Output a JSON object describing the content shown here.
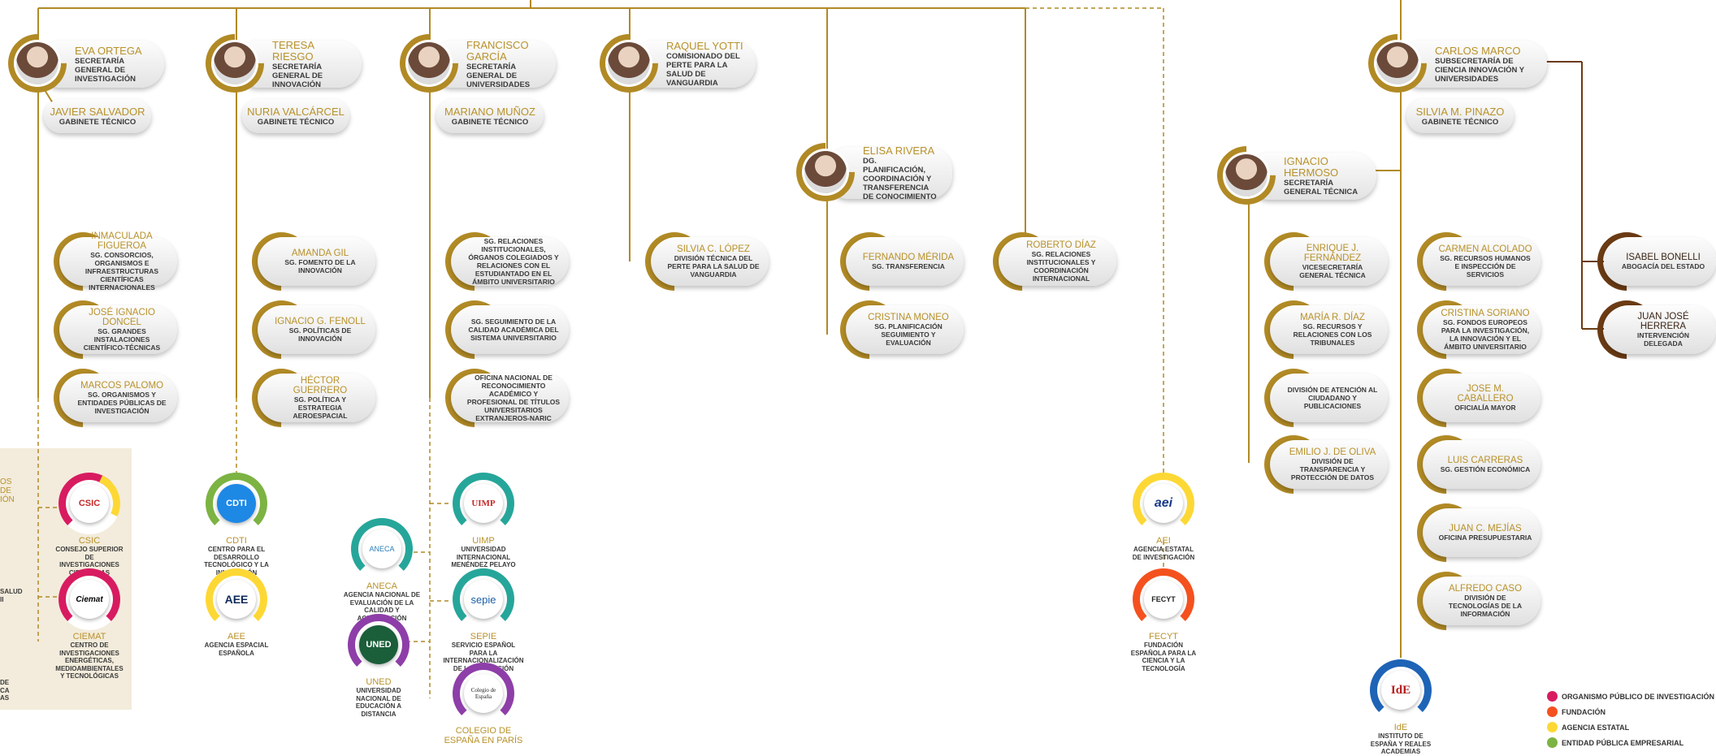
{
  "people": {
    "eva": {
      "name": "EVA ORTEGA",
      "role": "SECRETARÍA GENERAL DE INVESTIGACIÓN"
    },
    "teresa": {
      "name": "TERESA RIESGO",
      "role": "SECRETARÍA GENERAL DE INNOVACIÓN"
    },
    "francisco": {
      "name": "FRANCISCO GARCÍA",
      "role": "SECRETARÍA GENERAL DE UNIVERSIDADES"
    },
    "raquel": {
      "name": "RAQUEL YOTTI",
      "role": "COMISIONADO DEL PERTE PARA LA SALUD DE VANGUARDIA"
    },
    "elisa": {
      "name": "ELISA RIVERA",
      "role": "DG. PLANIFICACIÓN, COORDINACIÓN Y TRANSFERENCIA DE CONOCIMIENTO"
    },
    "carlos": {
      "name": "CARLOS MARCO",
      "role": "SUBSECRETARÍA DE CIENCIA INNOVACIÓN Y UNIVERSIDADES"
    },
    "ignacio": {
      "name": "IGNACIO HERMOSO",
      "role": "SECRETARÍA GENERAL TÉCNICA"
    }
  },
  "gabinetes": {
    "javier": {
      "name": "JAVIER SALVADOR",
      "role": "GABINETE TÉCNICO"
    },
    "nuria": {
      "name": "NURIA VALCÁRCEL",
      "role": "GABINETE TÉCNICO"
    },
    "mariano": {
      "name": "MARIANO MUÑOZ",
      "role": "GABINETE TÉCNICO"
    },
    "silvia_p": {
      "name": "SILVIA M. PINAZO",
      "role": "GABINETE TÉCNICO"
    }
  },
  "units": {
    "inmaculada": {
      "name": "INMACULADA FIGUEROA",
      "role": "SG. CONSORCIOS, ORGANISMOS E INFRAESTRUCTURAS CIENTÍFICAS INTERNACIONALES"
    },
    "jose_ignacio": {
      "name": "JOSÉ IGNACIO DONCEL",
      "role": "SG. GRANDES INSTALACIONES CIENTÍFICO-TÉCNICAS"
    },
    "marcos": {
      "name": "MARCOS PALOMO",
      "role": "SG. ORGANISMOS Y ENTIDADES PÚBLICAS DE INVESTIGACIÓN"
    },
    "amanda": {
      "name": "AMANDA GIL",
      "role": "SG. FOMENTO DE LA INNOVACIÓN"
    },
    "ignacio_f": {
      "name": "IGNACIO G. FENOLL",
      "role": "SG. POLÍTICAS DE INNOVACIÓN"
    },
    "hector": {
      "name": "HÉCTOR GUERRERO",
      "role": "SG. POLÍTICA Y ESTRATEGIA AEROESPACIAL"
    },
    "sg_rel": {
      "name": "",
      "role": "SG. RELACIONES INSTITUCIONALES, ÓRGANOS COLEGIADOS Y RELACIONES CON EL ESTUDIANTADO EN EL ÁMBITO UNIVERSITARIO"
    },
    "sg_seg": {
      "name": "",
      "role": "SG. SEGUIMIENTO DE LA CALIDAD ACADÉMICA DEL SISTEMA UNIVERSITARIO"
    },
    "oficina": {
      "name": "",
      "role": "OFICINA NACIONAL DE RECONOCIMIENTO ACADÉMICO Y PROFESIONAL DE TÍTULOS UNIVERSITARIOS EXTRANJEROS-NARIC"
    },
    "silvia_l": {
      "name": "SILVIA C. LÓPEZ",
      "role": "DIVISIÓN TÉCNICA DEL PERTE PARA LA SALUD DE VANGUARDIA"
    },
    "fernando": {
      "name": "FERNANDO MÉRIDA",
      "role": "SG. TRANSFERENCIA"
    },
    "cristina_m": {
      "name": "CRISTINA MONEO",
      "role": "SG. PLANIFICACIÓN SEGUIMIENTO Y EVALUACIÓN"
    },
    "roberto": {
      "name": "ROBERTO DÍAZ",
      "role": "SG. RELACIONES INSTITUCIONALES Y COORDINACIÓN INTERNACIONAL"
    },
    "enrique": {
      "name": "ENRIQUE J. FERNÁNDEZ",
      "role": "VICESECRETARÍA GENERAL TÉCNICA"
    },
    "maria": {
      "name": "MARÍA R. DÍAZ",
      "role": "SG. RECURSOS Y RELACIONES CON LOS TRIBUNALES"
    },
    "division_at": {
      "name": "",
      "role": "DIVISIÓN DE ATENCIÓN AL CIUDADANO Y PUBLICACIONES"
    },
    "emilio": {
      "name": "EMILIO J. DE OLIVA",
      "role": "DIVISIÓN DE TRANSPARENCIA Y PROTECCIÓN DE DATOS"
    },
    "carmen": {
      "name": "CARMEN ALCOLADO",
      "role": "SG. RECURSOS HUMANOS E INSPECCIÓN DE SERVICIOS"
    },
    "cristina_s": {
      "name": "CRISTINA SORIANO",
      "role": "SG. FONDOS EUROPEOS PARA LA INVESTIGACIÓN, LA INNOVACIÓN Y EL ÁMBITO UNIVERSITARIO"
    },
    "jose_m": {
      "name": "JOSE M. CABALLERO",
      "role": "OFICIALÍA MAYOR"
    },
    "luis": {
      "name": "LUIS CARRERAS",
      "role": "SG. GESTIÓN ECONÓMICA"
    },
    "juan_c": {
      "name": "JUAN C. MEJÍAS",
      "role": "OFICINA PRESUPUESTARIA"
    },
    "alfredo": {
      "name": "ALFREDO CASO",
      "role": "DIVISIÓN DE TECNOLOGÍAS DE LA INFORMACIÓN"
    },
    "isabel": {
      "name": "ISABEL BONELLI",
      "role": "ABOGACÍA DEL ESTADO"
    },
    "juan_jose": {
      "name": "JUAN JOSÉ HERRERA",
      "role": "INTERVENCIÓN DELEGADA"
    }
  },
  "orgs": {
    "csic": {
      "logo": "CSIC",
      "name": "CSIC",
      "desc": "CONSEJO SUPERIOR DE INVESTIGACIONES CIENTÍFICAS",
      "color": "#d81b60",
      "color2": "#fdd835"
    },
    "ciemat": {
      "logo": "Ciemat",
      "name": "CIEMAT",
      "desc": "CENTRO DE INVESTIGACIONES ENERGÉTICAS, MEDIOAMBIENTALES Y TECNOLÓGICAS",
      "color": "#d81b60"
    },
    "cdti": {
      "logo": "CDTI",
      "name": "CDTI",
      "desc": "CENTRO PARA EL DESARROLLO TECNOLÓGICO Y LA INNOVACIÓN",
      "color": "#7cb342"
    },
    "aee": {
      "logo": "AEE",
      "name": "AEE",
      "desc": "AGENCIA ESPACIAL ESPAÑOLA",
      "color": "#fdd835"
    },
    "aneca": {
      "logo": "ANECA",
      "name": "ANECA",
      "desc": "AGENCIA NACIONAL DE EVALUACIÓN DE LA CALIDAD Y ACREDITACIÓN",
      "color": "#26a69a"
    },
    "uimp": {
      "logo": "UIMP",
      "name": "UIMP",
      "desc": "UNIVERSIDAD INTERNACIONAL MENÉNDEZ PELAYO",
      "color": "#26a69a"
    },
    "sepie": {
      "logo": "sepie",
      "name": "SEPIE",
      "desc": "SERVICIO ESPAÑOL PARA LA INTERNACIONALIZACIÓN DE LA EDUCACIÓN",
      "color": "#26a69a"
    },
    "uned": {
      "logo": "UNED",
      "name": "UNED",
      "desc": "UNIVERSIDAD NACIONAL DE EDUCACIÓN A DISTANCIA",
      "color": "#8e3ea8"
    },
    "colegio": {
      "logo": "Colegio de España",
      "name": "COLEGIO DE ESPAÑA EN PARÍS",
      "desc": "",
      "color": "#8e3ea8"
    },
    "aei": {
      "logo": "aei",
      "name": "AEI",
      "desc": "AGENCIA ESTATAL DE INVESTIGACIÓN",
      "color": "#fdd835"
    },
    "fecyt": {
      "logo": "FECYT",
      "name": "FECYT",
      "desc": "FUNDACIÓN ESPAÑOLA PARA LA CIENCIA Y LA TECNOLOGÍA",
      "color": "#f4511e"
    },
    "ide": {
      "logo": "IdE",
      "name": "IdE",
      "desc": "INSTITUTO DE ESPAÑA Y REALES ACADEMIAS",
      "color": "#1e63b6"
    }
  },
  "partial": {
    "left_top": "OS\nDE\nIÓN",
    "left_salud": "SALUD\nII",
    "left_bottom": "DE\nCA\nAS"
  },
  "legend": [
    {
      "label": "ORGANISMO PÚBLICO DE INVESTIGACIÓN",
      "color": "#d81b60"
    },
    {
      "label": "FUNDACIÓN",
      "color": "#f4511e"
    },
    {
      "label": "AGENCIA ESTATAL",
      "color": "#fdd835"
    },
    {
      "label": "ENTIDAD PÚBLICA EMPRESARIAL",
      "color": "#7cb342"
    }
  ]
}
